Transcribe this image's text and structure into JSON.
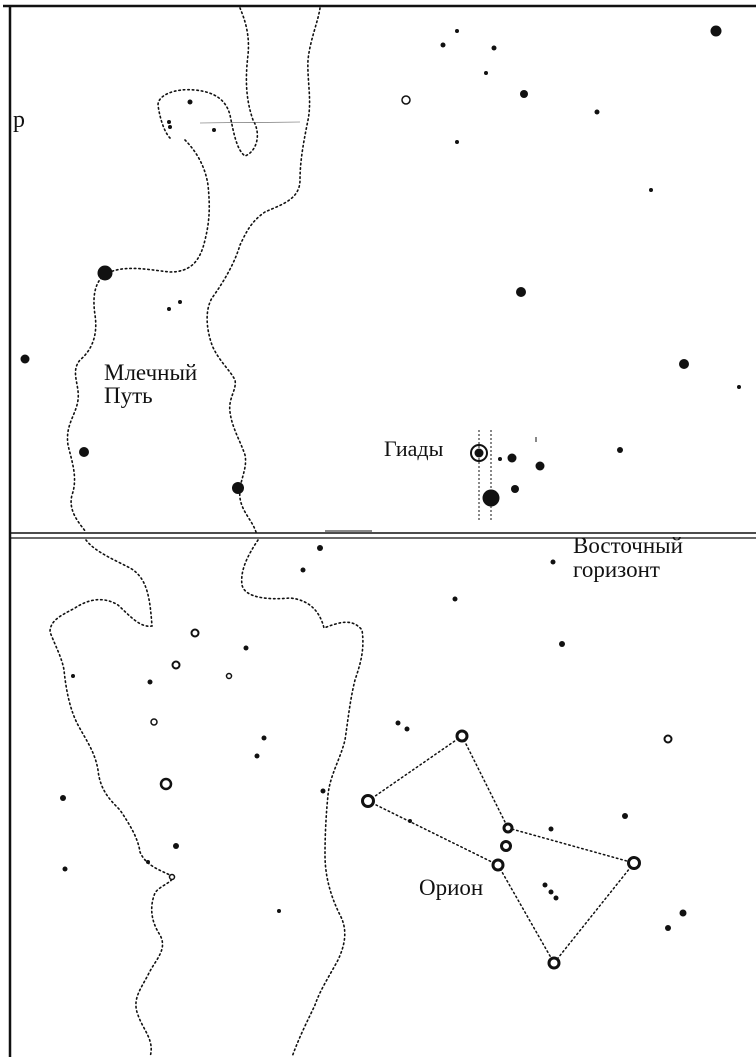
{
  "labels": {
    "edge_letter": "р",
    "milky_way": [
      "Млечный",
      "Путь"
    ],
    "hyades": "Гиады",
    "horizon": [
      "Восточный",
      "горизонт"
    ],
    "orion": "Орион"
  },
  "colors": {
    "ink": "#111111",
    "background": "#ffffff"
  }
}
